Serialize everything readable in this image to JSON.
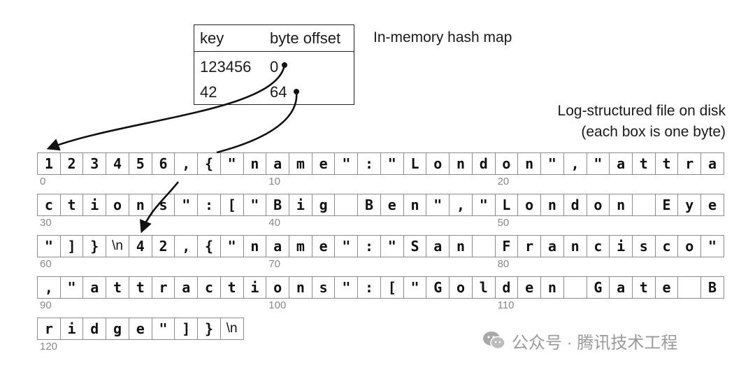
{
  "hash_map": {
    "caption": "In-memory hash map",
    "header": {
      "key": "key",
      "offset": "byte offset"
    },
    "rows": [
      {
        "key": "123456",
        "offset": "0"
      },
      {
        "key": "42",
        "offset": "64"
      }
    ]
  },
  "file": {
    "caption_line1": "Log-structured file on disk",
    "caption_line2": "(each box is one byte)",
    "rows": [
      [
        "1",
        "2",
        "3",
        "4",
        "5",
        "6",
        ",",
        "{",
        "\"",
        "n",
        "a",
        "m",
        "e",
        "\"",
        ":",
        "\"",
        "L",
        "o",
        "n",
        "d",
        "o",
        "n",
        "\"",
        ",",
        "\"",
        "a",
        "t",
        "t",
        "r",
        "a"
      ],
      [
        "c",
        "t",
        "i",
        "o",
        "n",
        "s",
        "\"",
        ":",
        "[",
        "\"",
        "B",
        "i",
        "g",
        " ",
        "B",
        "e",
        "n",
        "\"",
        ",",
        "\"",
        "L",
        "o",
        "n",
        "d",
        "o",
        "n",
        " ",
        "E",
        "y",
        "e"
      ],
      [
        "\"",
        "]",
        "}",
        "\\n",
        "4",
        "2",
        ",",
        "{",
        "\"",
        "n",
        "a",
        "m",
        "e",
        "\"",
        ":",
        "\"",
        "S",
        "a",
        "n",
        " ",
        "F",
        "r",
        "a",
        "n",
        "c",
        "i",
        "s",
        "c",
        "o",
        "\""
      ],
      [
        ",",
        "\"",
        "a",
        "t",
        "t",
        "r",
        "a",
        "c",
        "t",
        "i",
        "o",
        "n",
        "s",
        "\"",
        ":",
        "[",
        "\"",
        "G",
        "o",
        "l",
        "d",
        "e",
        "n",
        " ",
        "G",
        "a",
        "t",
        "e",
        " ",
        "B"
      ],
      [
        "r",
        "i",
        "d",
        "g",
        "e",
        "\"",
        "]",
        "}",
        "\\n"
      ]
    ],
    "offset_labels": [
      [
        "0",
        "10",
        "20"
      ],
      [
        "30",
        "40",
        "50"
      ],
      [
        "60",
        "70",
        "80"
      ],
      [
        "90",
        "100",
        "110"
      ],
      [
        "120"
      ]
    ]
  },
  "watermark": {
    "text": "公众号 · 腾讯技术工程",
    "icon": "wechat-icon"
  }
}
